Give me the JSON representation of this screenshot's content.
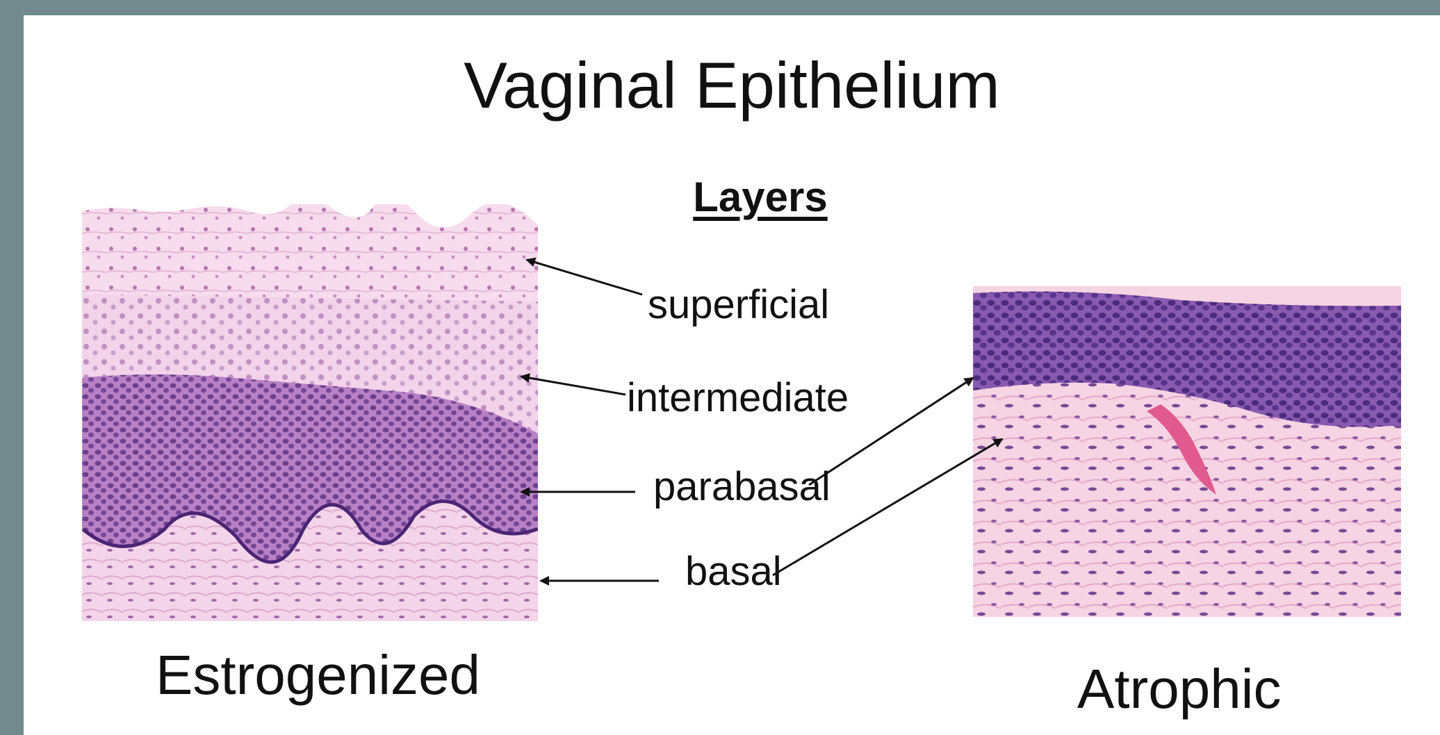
{
  "title": "Vaginal Epithelium",
  "layers_heading": "Layers",
  "layers": [
    {
      "label": "superficial"
    },
    {
      "label": "intermediate"
    },
    {
      "label": "parabasal"
    },
    {
      "label": "basal"
    }
  ],
  "captions": {
    "left": "Estrogenized",
    "right": "Atrophic"
  },
  "colors": {
    "background": "#728a8e",
    "slide": "#ffffff",
    "stain_pink": "#f1c8e2",
    "stain_purple": "#7c3f98",
    "stain_dark_purple": "#4e2a78"
  }
}
